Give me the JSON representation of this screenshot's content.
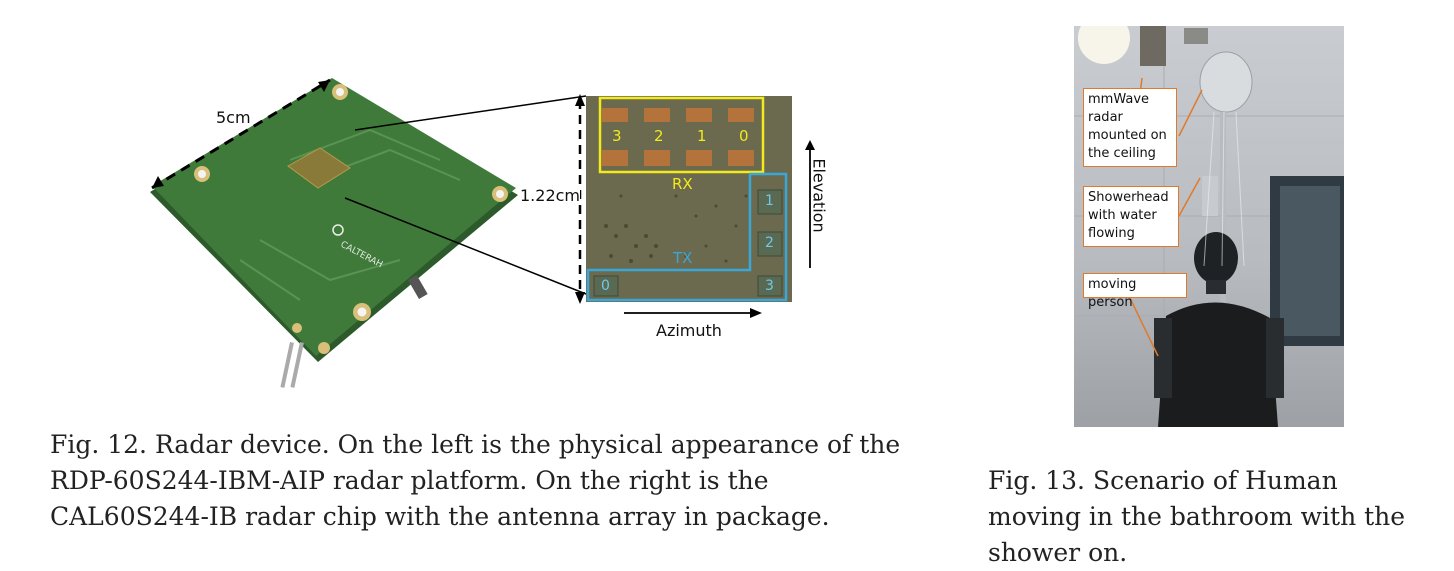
{
  "fig12": {
    "board_width_label": "5cm",
    "chip_size_label": "1.22cm",
    "rx_label": "RX",
    "tx_label": "TX",
    "rx_numbers": [
      "3",
      "2",
      "1",
      "0"
    ],
    "tx_numbers_right": [
      "1",
      "2",
      "3"
    ],
    "tx_number_left": "0",
    "elevation_label": "Elevation",
    "azimuth_label": "Azimuth",
    "caption": "Fig. 12.  Radar device. On the left is the physical appearance of the RDP-60S244-IBM-AIP radar platform. On the right is the CAL60S244-IB radar chip with the antenna array in package."
  },
  "fig13": {
    "note_radar": "mmWave radar mounted on the ceiling",
    "note_shower": "Showerhead with water flowing",
    "note_person": "moving person",
    "caption": "Fig. 13.  Scenario of Human moving in the bathroom with the shower on."
  },
  "colors": {
    "rx_box": "#f2ea1c",
    "tx_box": "#3aa7d8",
    "annotation": "#e07a2a",
    "pcb": "#3e7a3a"
  }
}
